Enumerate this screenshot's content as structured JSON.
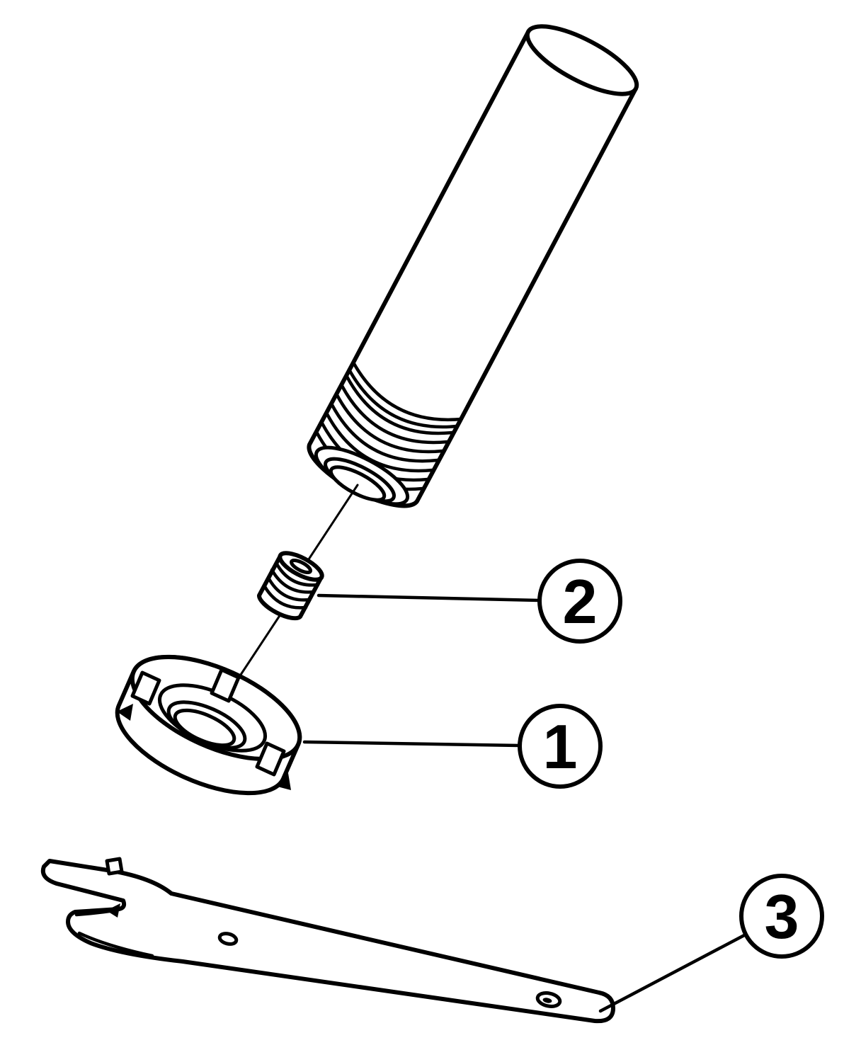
{
  "diagram": {
    "background": "#ffffff",
    "line_color": "#000000",
    "callouts": [
      {
        "label": "1"
      },
      {
        "label": "2"
      },
      {
        "label": "3"
      }
    ]
  }
}
